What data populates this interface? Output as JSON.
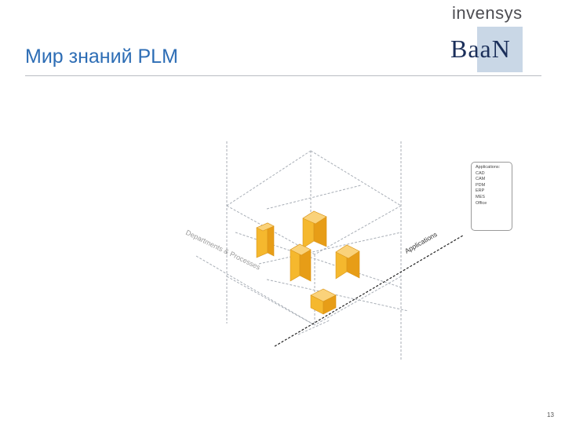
{
  "slide": {
    "title": "Мир знаний PLM",
    "page_number": "13"
  },
  "logos": {
    "invensys": "invensys",
    "baan": "BaaN"
  },
  "diagram": {
    "axis_departments": "Departments & Processes",
    "axis_applications": "Applications",
    "legend_title": "Applications:",
    "legend_items": [
      "CAD",
      "CAM",
      "PDM",
      "ERP",
      "MES",
      "Office"
    ],
    "box_color": "#f5b82e"
  }
}
